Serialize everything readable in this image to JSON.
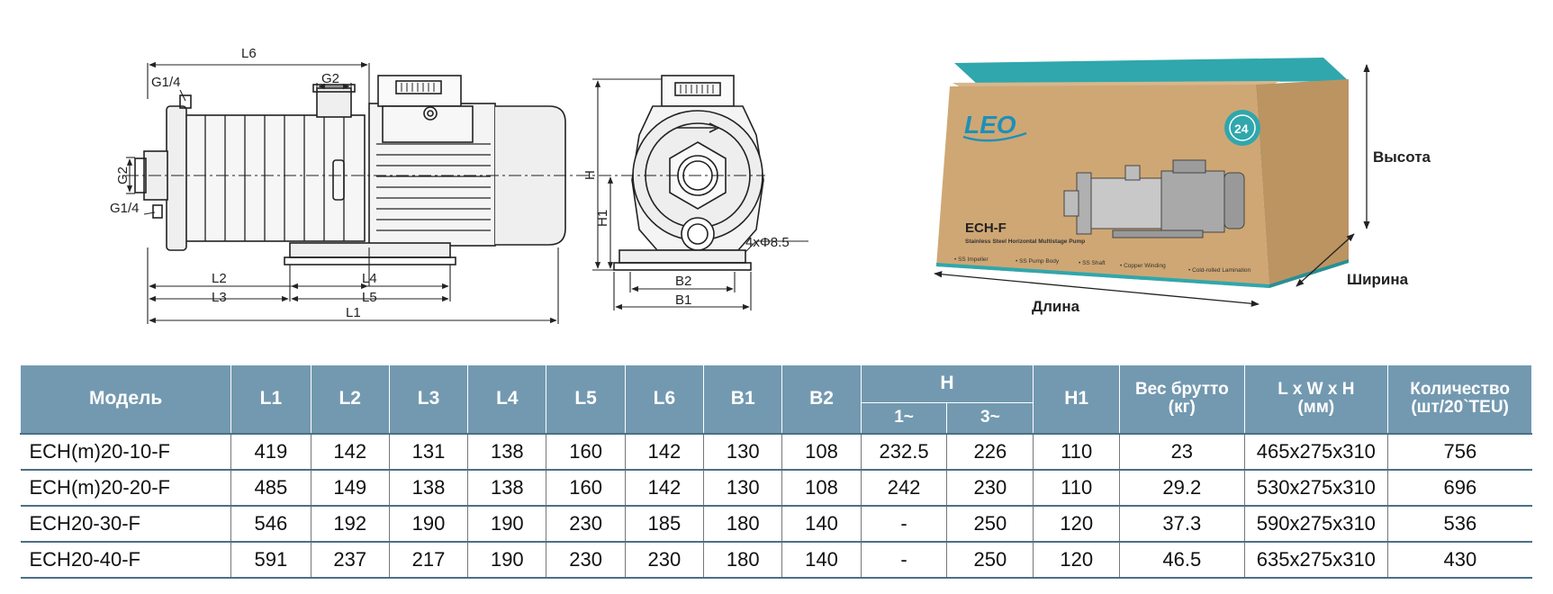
{
  "drawing": {
    "side_labels": {
      "L6": "L6",
      "G1_4_top": "G1/4",
      "G2_top": "G2",
      "G2_left": "G2",
      "G1_4_left": "G1/4",
      "L2": "L2",
      "L4": "L4",
      "L3": "L3",
      "L5": "L5",
      "L1": "L1"
    },
    "front_labels": {
      "H": "H",
      "H1": "H1",
      "holes": "4xΦ8.5",
      "B2": "B2",
      "B1": "B1"
    },
    "box": {
      "brand": "LEO",
      "badge_number": "24",
      "model": "ECH-F",
      "subtitle": "Stainless Steel Horizontal Multistage Pump",
      "features": [
        "• SS Impeller",
        "• SS Pump Body",
        "• SS Shaft",
        "• Copper Winding",
        "• Cold-rolled Lamination"
      ],
      "height_label": "Высота",
      "width_label": "Ширина",
      "length_label": "Длина"
    }
  },
  "table": {
    "headers": {
      "model": "Модель",
      "L1": "L1",
      "L2": "L2",
      "L3": "L3",
      "L4": "L4",
      "L5": "L5",
      "L6": "L6",
      "B1": "B1",
      "B2": "B2",
      "H": "H",
      "H_1": "1~",
      "H_3": "3~",
      "H1": "H1",
      "weight_l1": "Вес брутто",
      "weight_l2": "(кг)",
      "size_l1": "L x W x H",
      "size_l2": "(мм)",
      "qty_l1": "Количество",
      "qty_l2": "(шт/20`TEU)"
    },
    "rows": [
      [
        "ECH(m)20-10-F",
        "419",
        "142",
        "131",
        "138",
        "160",
        "142",
        "130",
        "108",
        "232.5",
        "226",
        "110",
        "23",
        "465x275x310",
        "756"
      ],
      [
        "ECH(m)20-20-F",
        "485",
        "149",
        "138",
        "138",
        "160",
        "142",
        "130",
        "108",
        "242",
        "230",
        "110",
        "29.2",
        "530x275x310",
        "696"
      ],
      [
        "ECH20-30-F",
        "546",
        "192",
        "190",
        "190",
        "230",
        "185",
        "180",
        "140",
        "-",
        "250",
        "120",
        "37.3",
        "590x275x310",
        "536"
      ],
      [
        "ECH20-40-F",
        "591",
        "237",
        "217",
        "190",
        "230",
        "230",
        "180",
        "140",
        "-",
        "250",
        "120",
        "46.5",
        "635x275x310",
        "430"
      ]
    ]
  }
}
